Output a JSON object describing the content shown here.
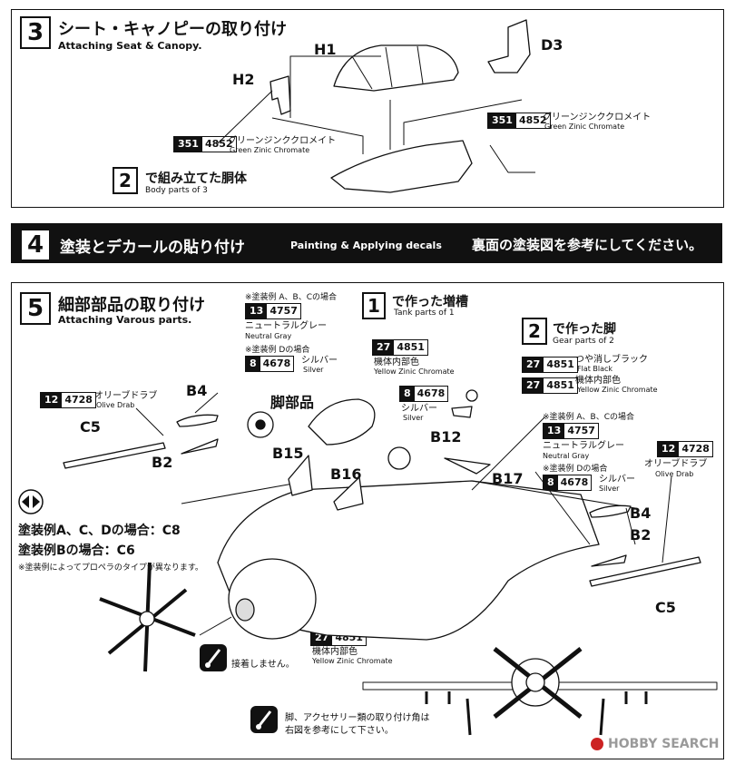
{
  "step3": {
    "number": "3",
    "title_ja": "シート・キャノピーの取り付け",
    "title_en": "Attaching Seat & Canopy.",
    "parts": [
      "H1",
      "H2",
      "D3"
    ],
    "paint_left": {
      "no": "351",
      "code": "4852",
      "ja": "グリーンジンククロメイト",
      "en": "Green Zinic Chromate"
    },
    "paint_right": {
      "no": "351",
      "code": "4852",
      "ja": "グリーンジンククロメイト",
      "en": "Green Zinic Chromate"
    },
    "ref_step": "2",
    "ref_ja": "で組み立てた胴体",
    "ref_en": "Body parts of 3"
  },
  "step4": {
    "number": "4",
    "title_ja": "塗装とデカールの貼り付け",
    "title_en": "Painting & Applying decals",
    "note_ja": "裏面の塗装図を参考にしてください。"
  },
  "step5": {
    "number": "5",
    "title_ja": "細部部品の取り付け",
    "title_en": "Attaching Varous parts.",
    "note_abc": "※塗装例 A、B、Cの場合",
    "paint_ng": {
      "no": "13",
      "code": "4757",
      "ja": "ニュートラルグレー",
      "en": "Neutral Gray"
    },
    "note_d": "※塗装例 Dの場合",
    "paint_silver": {
      "no": "8",
      "code": "4678",
      "ja": "シルバー",
      "en": "Silver"
    },
    "tank_step": "1",
    "tank_ja": "で作った増槽",
    "tank_en": "Tank parts of 1",
    "paint_yzc": {
      "no": "27",
      "code": "4851",
      "ja": "機体内部色",
      "en": "Yellow Zinic Chromate"
    },
    "gear_step": "2",
    "gear_ja": "で作った脚",
    "gear_en": "Gear parts of 2",
    "paint_fb": {
      "no": "27",
      "code": "4851",
      "ja": "つや消しブラック",
      "en": "Flat Black"
    },
    "paint_yzc2": {
      "no": "27",
      "code": "4851",
      "ja": "機体内部色",
      "en": "Yellow Zinic Chromate"
    },
    "paint_od_left": {
      "no": "12",
      "code": "4728",
      "ja": "オリーブドラブ",
      "en": "Olive Drab"
    },
    "paint_od_right": {
      "no": "12",
      "code": "4728",
      "ja": "オリーブドラブ",
      "en": "Olive Drab"
    },
    "paint_silver_mid": {
      "no": "8",
      "code": "4678",
      "ja": "シルバー",
      "en": "Silver"
    },
    "right_note_abc": "※塗装例 A、B、Cの場合",
    "right_paint_ng": {
      "no": "13",
      "code": "4757",
      "ja": "ニュートラルグレー",
      "en": "Neutral Gray"
    },
    "right_note_d": "※塗装例 Dの場合",
    "right_paint_silver": {
      "no": "8",
      "code": "4678",
      "ja": "シルバー",
      "en": "Silver"
    },
    "gear_part_label": "脚部品",
    "parts": {
      "B4": "B4",
      "C5": "C5",
      "B2": "B2",
      "B15": "B15",
      "B16": "B16",
      "B12": "B12",
      "B17": "B17",
      "B4r": "B4",
      "B2r": "B2",
      "C5r": "C5"
    },
    "prop_line1": "塗装例A、C、Dの場合：C8",
    "prop_line2": "塗装例Bの場合：C6",
    "prop_note": "※塗装例によってプロペラのタイプが異なります。",
    "paint_bottom": {
      "no": "27",
      "code": "4851",
      "ja": "機体内部色",
      "en": "Yellow Zinic Chromate"
    },
    "no_glue": "接着しません。",
    "angle_note_1": "脚、アクセサリー類の取り付け角は",
    "angle_note_2": "右図を参考にして下さい。"
  },
  "watermark": "HOBBY SEARCH"
}
